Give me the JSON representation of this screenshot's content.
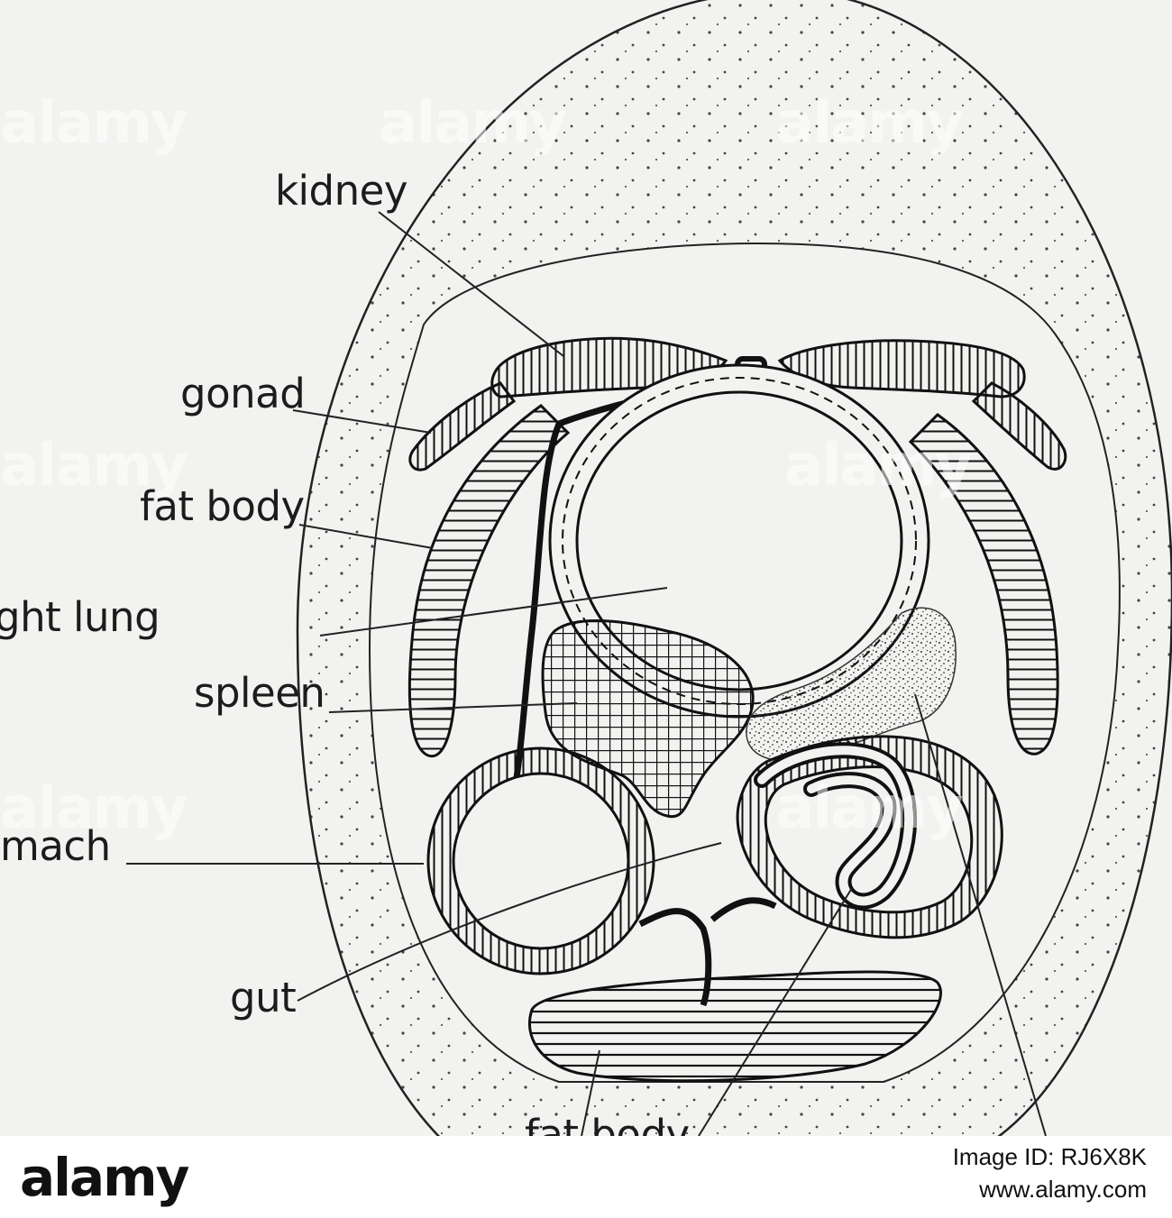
{
  "figure": {
    "labels": {
      "kidney": "kidney",
      "gonad": "gonad",
      "fat_body": "fat body",
      "right_lung": "right lung",
      "spleen": "spleen",
      "stomach": "mach",
      "gut": "gut",
      "fat_body_bottom": "fat body"
    },
    "watermark": "alamy"
  },
  "footer": {
    "logo": "alamy",
    "image_id": "Image ID: RJ6X8K",
    "url": "www.alamy.com"
  }
}
